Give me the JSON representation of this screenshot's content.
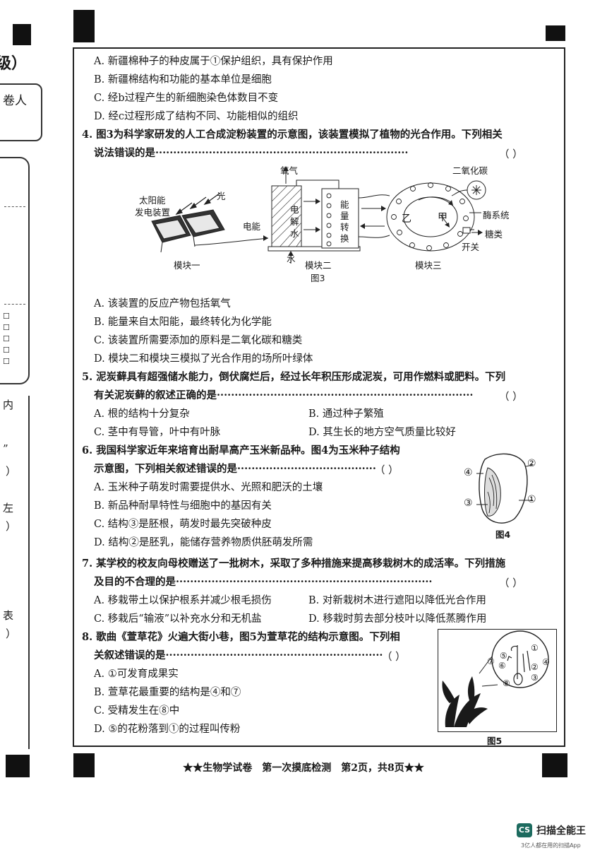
{
  "left_margin": {
    "grade_fragment": "级）",
    "reviewer": "卷人",
    "fragments": [
      "内",
      "”",
      "）",
      "左",
      "）",
      "表",
      "）"
    ]
  },
  "questions": {
    "q3_options": [
      "A. 新疆棉种子的种皮属于①保护组织，具有保护作用",
      "B. 新疆棉结构和功能的基本单位是细胞",
      "C. 经b过程产生的新细胞染色体数目不变",
      "D. 经c过程形成了结构不同、功能相似的组织"
    ],
    "q4_stem_1": "4. 图3为科学家研发的人工合成淀粉装置的示意图，该装置模拟了植物的光合作用。下列相关",
    "q4_stem_2": "说法错误的是·······································································",
    "q4_options": [
      "A. 该装置的反应产物包括氧气",
      "B. 能量来自太阳能，最终转化为化学能",
      "C. 该装置所需要添加的原料是二氧化碳和糖类",
      "D. 模块二和模块三模拟了光合作用的场所叶绿体"
    ],
    "q5_stem_1": "5. 泥炭藓具有超强储水能力，倒伏腐烂后，经过长年积压形成泥炭，可用作燃料或肥料。下列",
    "q5_stem_2": "有关泥炭藓的叙述正确的是········································································",
    "q5_options": [
      "A. 根的结构十分复杂",
      "B. 通过种子繁殖",
      "C. 茎中有导管，叶中有叶脉",
      "D. 其生长的地方空气质量比较好"
    ],
    "q6_stem_1": "6. 我国科学家近年来培育出耐旱高产玉米新品种。图4为玉米种子结构",
    "q6_stem_2": "示意图，下列相关叙述错误的是········································",
    "q6_options": [
      "A. 玉米种子萌发时需要提供水、光照和肥沃的土壤",
      "B. 新品种耐旱特性与细胞中的基因有关",
      "C. 结构③是胚根，萌发时最先突破种皮",
      "D. 结构②是胚乳，能储存营养物质供胚萌发所需"
    ],
    "q7_stem_1": "7. 某学校的校友向母校赠送了一批树木，采取了多种措施来提高移栽树木的成活率。下列措施",
    "q7_stem_2": "及目的不合理的是········································································",
    "q7_options": [
      "A. 移栽带土以保护根系并减少根毛损伤",
      "B. 对新栽树木进行遮阳以降低光合作用",
      "C. 移栽后“输液”以补充水分和无机盐",
      "D. 移栽时剪去部分枝叶以降低蒸腾作用"
    ],
    "q8_stem_1": "8. 歌曲《萱草花》火遍大街小巷，图5为萱草花的结构示意图。下列相",
    "q8_stem_2": "关叙述错误的是·······························································",
    "q8_options": [
      "A. ①可发育成果实",
      "B. 萱草花最重要的结构是④和⑦",
      "C. 受精发生在⑧中",
      "D. ⑤的花粉落到①的过程叫传粉"
    ],
    "paren": "（        ）"
  },
  "fig3": {
    "caption": "图3",
    "oxygen": "氧气",
    "co2": "二氧化碳",
    "light": "光",
    "solar_1": "太阳能",
    "solar_2": "发电装置",
    "electricity": "电能",
    "electrolysis": [
      "电",
      "解",
      "水"
    ],
    "energy_conv": [
      "能",
      "量",
      "转",
      "换"
    ],
    "water": "水",
    "yi": "乙",
    "jia": "甲",
    "enzyme": "酶系统",
    "sugar": "糖类",
    "switch": "开关",
    "module1": "模块一",
    "module2": "模块二",
    "module3": "模块三"
  },
  "fig4": {
    "caption": "图4",
    "labels": [
      "①",
      "②",
      "③",
      "④"
    ]
  },
  "fig5": {
    "caption": "图5",
    "labels": [
      "①",
      "②",
      "③",
      "④",
      "⑤",
      "⑥",
      "⑦",
      "⑧"
    ]
  },
  "footer": "★★生物学试卷　第一次摸底检测　第2页，共8页★★",
  "scanner": {
    "badge": "CS",
    "name": "扫描全能王",
    "tagline": "3亿人都在用的扫描App"
  }
}
